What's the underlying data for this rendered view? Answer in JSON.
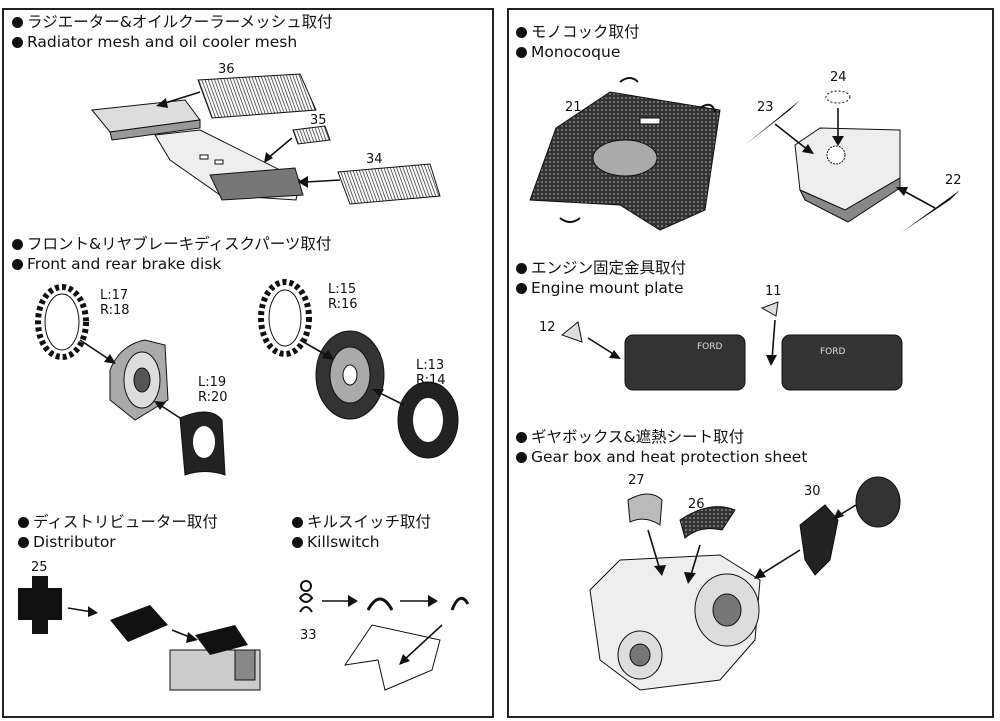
{
  "sections": {
    "radiator": {
      "title_jp": "ラジエーター&オイルクーラーメッシュ取付",
      "title_en": "Radiator mesh and oil cooler mesh",
      "parts": [
        "36",
        "35",
        "34"
      ]
    },
    "monocoque": {
      "title_jp": "モノコック取付",
      "title_en": "Monocoque",
      "parts": [
        "21",
        "24",
        "23",
        "22"
      ]
    },
    "brake": {
      "title_jp": "フロント&リヤブレーキディスクパーツ取付",
      "title_en": "Front and rear brake disk",
      "labels": {
        "a1": "L:17",
        "a2": "R:18",
        "b1": "L:19",
        "b2": "R:20",
        "c1": "L:15",
        "c2": "R:16",
        "d1": "L:13",
        "d2": "R:14"
      }
    },
    "engine_mount": {
      "title_jp": "エンジン固定金具取付",
      "title_en": "Engine mount plate",
      "parts": [
        "12",
        "11"
      ],
      "block_text_a": "FORD",
      "block_text_b": "FORD"
    },
    "distributor": {
      "title_jp": "ディストリビューター取付",
      "title_en": "Distributor",
      "parts": [
        "25"
      ]
    },
    "killswitch": {
      "title_jp": "キルスイッチ取付",
      "title_en": "Killswitch",
      "parts": [
        "33"
      ]
    },
    "gearbox": {
      "title_jp": "ギヤボックス&遮熱シート取付",
      "title_en": "Gear box and heat protection sheet",
      "parts": [
        "27",
        "26",
        "30"
      ]
    }
  }
}
